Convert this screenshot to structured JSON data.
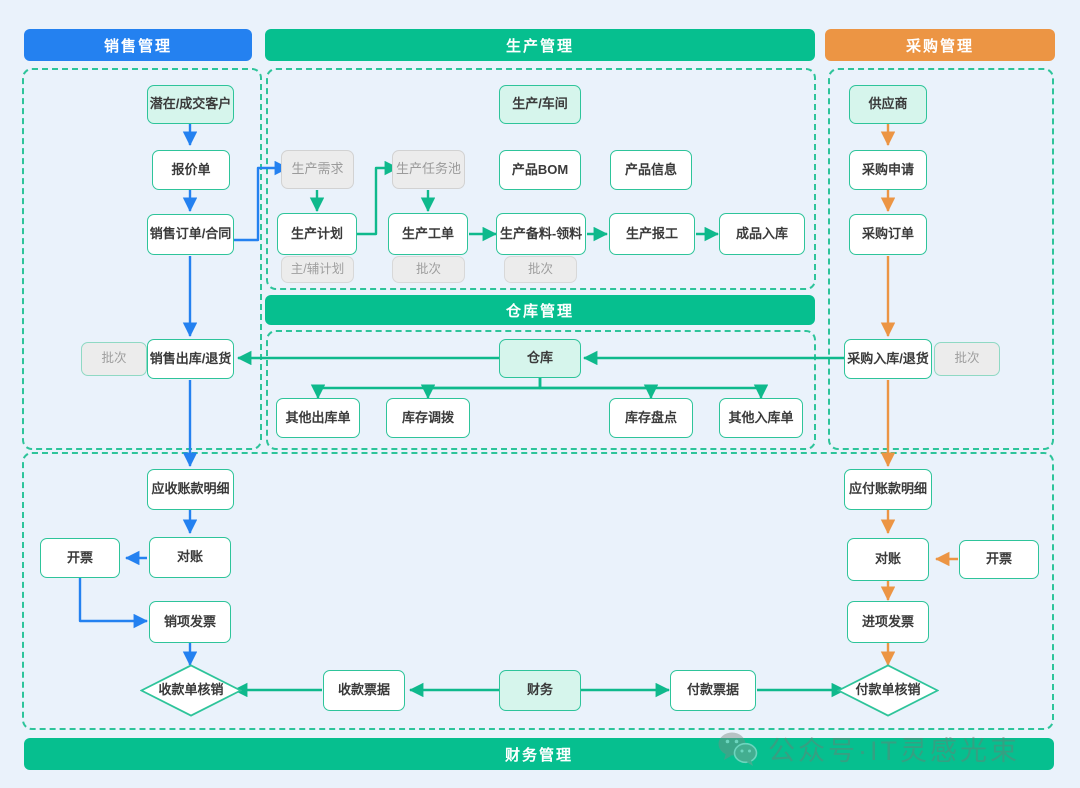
{
  "colors": {
    "canvas": "#eaf2fb",
    "sales_bar": "#2481f0",
    "green_bar": "#06bf8f",
    "purchase_bar": "#ec9544",
    "node_border": "#2ec49a",
    "mint_fill": "#d6f5ec",
    "grey_fill": "#ececec",
    "sales_arrow": "#2481f0",
    "prod_arrow": "#0fb98c",
    "purchase_arrow": "#ec9544"
  },
  "bars": {
    "sales": "销售管理",
    "production": "生产管理",
    "purchase": "采购管理",
    "warehouse": "仓库管理",
    "finance": "财务管理"
  },
  "sales": {
    "customer": "潜在/成交客户",
    "quotation": "报价单",
    "order": "销售订单/合同",
    "outbound": "销售出库/退货",
    "outbound_tag": "批次"
  },
  "production": {
    "workshop": "生产/车间",
    "demand": "生产需求",
    "task_pool": "生产任务池",
    "bom": "产品BOM",
    "product_info": "产品信息",
    "plan": "生产计划",
    "plan_tag": "主/辅计划",
    "work_order": "生产工单",
    "work_order_tag": "批次",
    "material_prep": "生产备料-领料",
    "material_prep_tag": "批次",
    "report": "生产报工",
    "fg_inbound": "成品入库"
  },
  "purchase": {
    "supplier": "供应商",
    "requisition": "采购申请",
    "order": "采购订单",
    "inbound": "采购入库/退货",
    "inbound_tag": "批次"
  },
  "warehouse": {
    "hub": "仓库",
    "other_outbound": "其他出库单",
    "transfer": "库存调拨",
    "stocktake": "库存盘点",
    "other_inbound": "其他入库单"
  },
  "finance_left": {
    "ar_detail": "应收账款明细",
    "reconcile": "对账",
    "invoicing": "开票",
    "output_invoice": "销项发票",
    "receipt_writeoff": "收款单核销",
    "receipt_voucher": "收款票据"
  },
  "finance_center": {
    "finance": "财务"
  },
  "finance_right": {
    "ap_detail": "应付账款明细",
    "reconcile": "对账",
    "invoicing": "开票",
    "input_invoice": "进项发票",
    "payment_writeoff": "付款单核销",
    "payment_voucher": "付款票据"
  },
  "watermark": {
    "text": "公众号·IT灵感光束",
    "icon": "wechat-icon"
  }
}
